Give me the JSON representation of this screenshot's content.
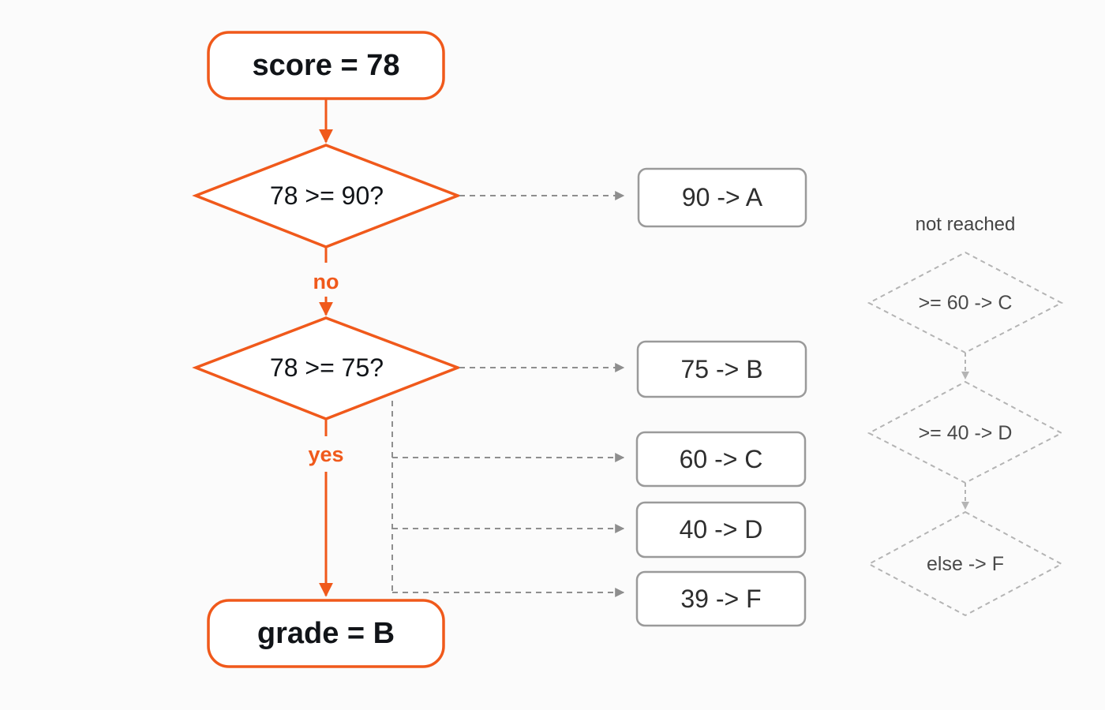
{
  "colors": {
    "accent": "#f0591b",
    "muted": "#8e8e8e",
    "ghost": "#b4b4b4",
    "text": "#111418"
  },
  "flow": {
    "start": "score = 78",
    "decision_1": "78 >= 90?",
    "edge_no": "no",
    "decision_2": "78 >= 75?",
    "edge_yes": "yes",
    "result": "grade = B"
  },
  "grade_boxes": [
    "90 -> A",
    "75 -> B",
    "60 -> C",
    "40 -> D",
    "39 -> F"
  ],
  "unreached": {
    "label": "not reached",
    "nodes": [
      ">= 60 -> C",
      ">= 40 -> D",
      "else -> F"
    ]
  }
}
